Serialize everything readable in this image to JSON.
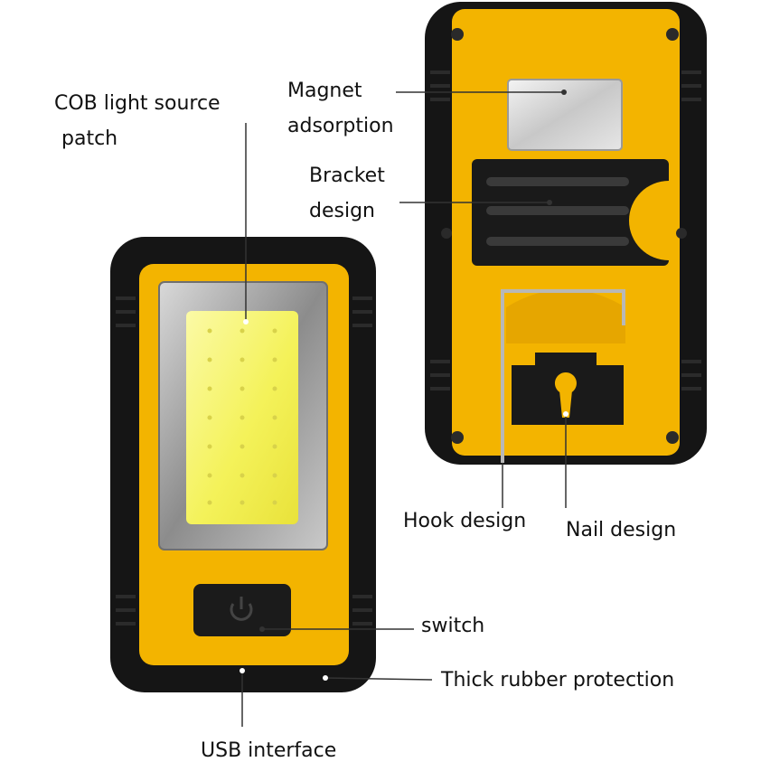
{
  "labels": {
    "cob_line1": "COB light source",
    "cob_line2": "patch",
    "magnet_line1": "Magnet",
    "magnet_line2": "adsorption",
    "bracket_line1": "Bracket",
    "bracket_line2": "design",
    "hook": "Hook design",
    "nail": "Nail design",
    "switch": "switch",
    "rubber": "Thick rubber protection",
    "usb": "USB interface"
  },
  "colors": {
    "body_yellow": "#f3b400",
    "rubber_black": "#151515",
    "led_yellow": "#f4f35a",
    "magnet_silver": "#dcdcdc",
    "chrome": "#9a9a9a"
  }
}
